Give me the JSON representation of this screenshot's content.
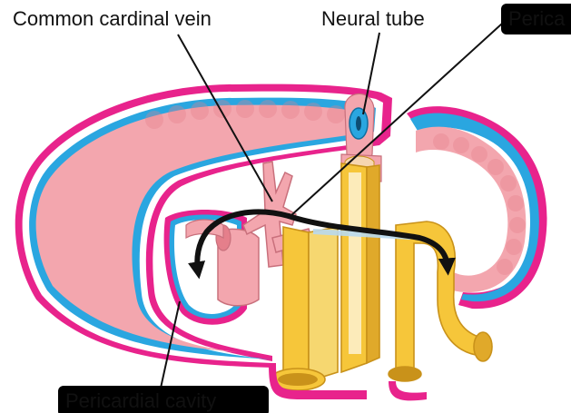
{
  "labels": {
    "common_cardinal_vein": "Common cardinal vein",
    "neural_tube": "Neural tube",
    "pericardial_top": "Perica",
    "pericardial_cavity": "Pericardial cavity"
  },
  "colors": {
    "highlight": "#f5eb2e",
    "ectoderm": "#e8238c",
    "mesoderm": "#2aa6e0",
    "tissue": "#f3a6ae",
    "tissue_dark": "#e57f8b",
    "gut": "#f6c63a",
    "gut_dark": "#c9921a",
    "leader": "#111111"
  },
  "icons": [
    "flow-arrow-left",
    "flow-arrow-right"
  ]
}
